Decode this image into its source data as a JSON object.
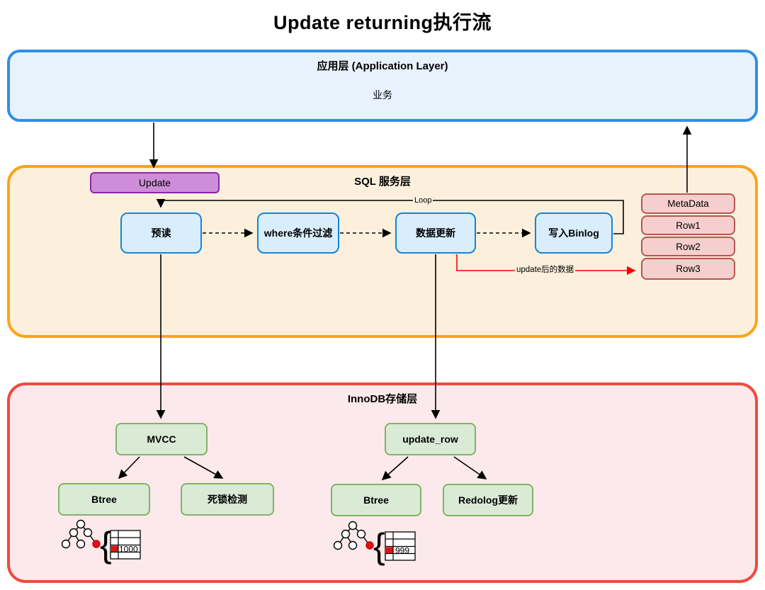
{
  "title": "Update returning执行流",
  "layers": {
    "application": {
      "title": "应用层 (Application Layer)",
      "content": "业务"
    },
    "sql": {
      "title": "SQL 服务层"
    },
    "innodb": {
      "title": "InnoDB存储层"
    }
  },
  "nodes": {
    "update": "Update",
    "preread": "预读",
    "where_filter": "where条件过滤",
    "data_update": "数据更新",
    "write_binlog": "写入Binlog",
    "metadata_rows": [
      "MetaData",
      "Row1",
      "Row2",
      "Row3"
    ],
    "mvcc": "MVCC",
    "btree_left": "Btree",
    "deadlock_detect": "死锁检测",
    "update_row": "update_row",
    "btree_right": "Btree",
    "redolog_update": "Redolog更新"
  },
  "edge_labels": {
    "loop": "Loop",
    "updated_data": "update后的数据"
  },
  "icons": {
    "brace": "{",
    "btree_page_left_value": "1000",
    "btree_page_right_value": "999"
  },
  "colors": {
    "app_border": "#2E8FE8",
    "app_fill": "#E7F2FC",
    "sql_border": "#FFA216",
    "sql_fill": "#FCF0DC",
    "innodb_border": "#F14A3C",
    "innodb_fill": "#FBE9EB",
    "process_border": "#1683D8",
    "process_fill": "#D8EEFC",
    "update_border": "#8E24AA",
    "update_fill": "#CD8DD8",
    "row_border": "#B85450",
    "row_fill": "#F5CFCD",
    "green_border": "#82B366",
    "green_fill": "#D9EAD5",
    "red_arrow": "#FF0000",
    "black_arrow": "#000000"
  }
}
